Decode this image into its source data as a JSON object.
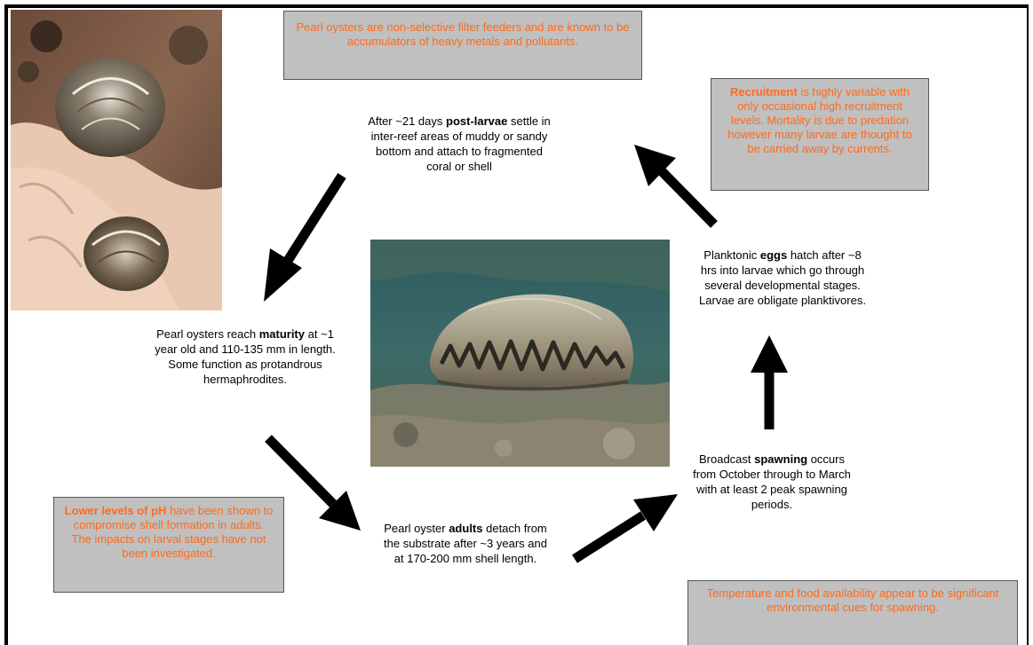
{
  "callouts": {
    "filter_feeders": "Pearl oysters are non-selective filter feeders and are known to be accumulators of heavy metals and pollutants.",
    "recruitment": {
      "bold": "Recruitment",
      "rest": " is highly variable with only occasional high recruitment levels. Mortality is due to predation however many larvae are thought to be carried away by currents."
    },
    "ph": {
      "bold": "Lower levels of pH",
      "rest": " have been shown to compromise shell formation in adults. The impacts on larval stages have not been investigated."
    },
    "temperature": "Temperature and food availability appear to be significant environmental cues for spawning."
  },
  "stages": {
    "post_larvae": {
      "pre": "After ~21 days ",
      "bold": "post-larvae",
      "post": " settle in inter-reef areas of muddy or sandy bottom and attach to fragmented coral or shell"
    },
    "eggs": {
      "pre": "Planktonic ",
      "bold": "eggs",
      "post": " hatch after ~8 hrs into larvae which go through several developmental stages. Larvae are obligate planktivores."
    },
    "maturity": {
      "pre": "Pearl oysters reach ",
      "bold": "maturity",
      "post": " at ~1 year old and 110-135 mm in length. Some function as protandrous hermaphrodites."
    },
    "spawning": {
      "pre": "Broadcast ",
      "bold": "spawning",
      "post": " occurs from October through to March with at least 2 peak spawning periods."
    },
    "adults": {
      "pre": "Pearl oyster ",
      "bold": "adults",
      "post": " detach from the substrate after ~3 years and at 170-200 mm shell length."
    }
  },
  "colors": {
    "callout_text": "#ff6a1a",
    "callout_bg": "#c0c0c0",
    "arrow": "#000000"
  }
}
